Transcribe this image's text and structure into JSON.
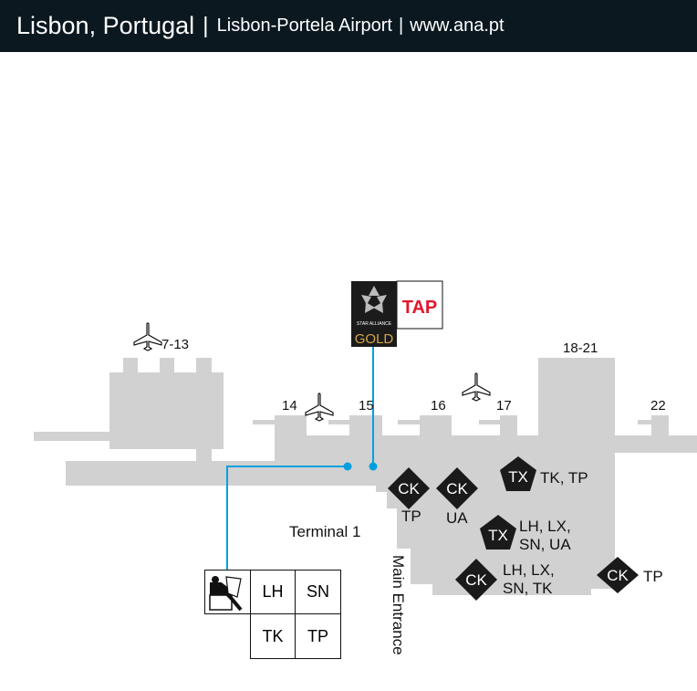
{
  "header": {
    "city": "Lisbon, Portugal",
    "separator": "|",
    "airport": "Lisbon-Portela Airport",
    "website": "www.ana.pt"
  },
  "colors": {
    "header_bg": "#0b1820",
    "terminal": "#d1d1d1",
    "route": "#00a0e0",
    "marker": "#1a1a1a"
  },
  "gates": {
    "g7_13": "7-13",
    "g14": "14",
    "g15": "15",
    "g16": "16",
    "g17": "17",
    "g18_21": "18-21",
    "g22": "22"
  },
  "terminal_label": "Terminal 1",
  "entrance_label": "Main Entrance",
  "lounge": {
    "logo_text": "STAR ALLIANCE",
    "tier": "GOLD",
    "partner": "TAP",
    "airlines": [
      "LH",
      "SN",
      "TK",
      "TP"
    ]
  },
  "markers": [
    {
      "type": "CK",
      "airlines": "TP"
    },
    {
      "type": "CK",
      "airlines": "UA"
    },
    {
      "type": "TX",
      "airlines": "TK, TP"
    },
    {
      "type": "TX",
      "airlines_line1": "LH, LX,",
      "airlines_line2": "SN, UA"
    },
    {
      "type": "CK",
      "airlines_line1": "LH, LX,",
      "airlines_line2": "SN, TK"
    },
    {
      "type": "CK",
      "airlines": "TP"
    }
  ]
}
